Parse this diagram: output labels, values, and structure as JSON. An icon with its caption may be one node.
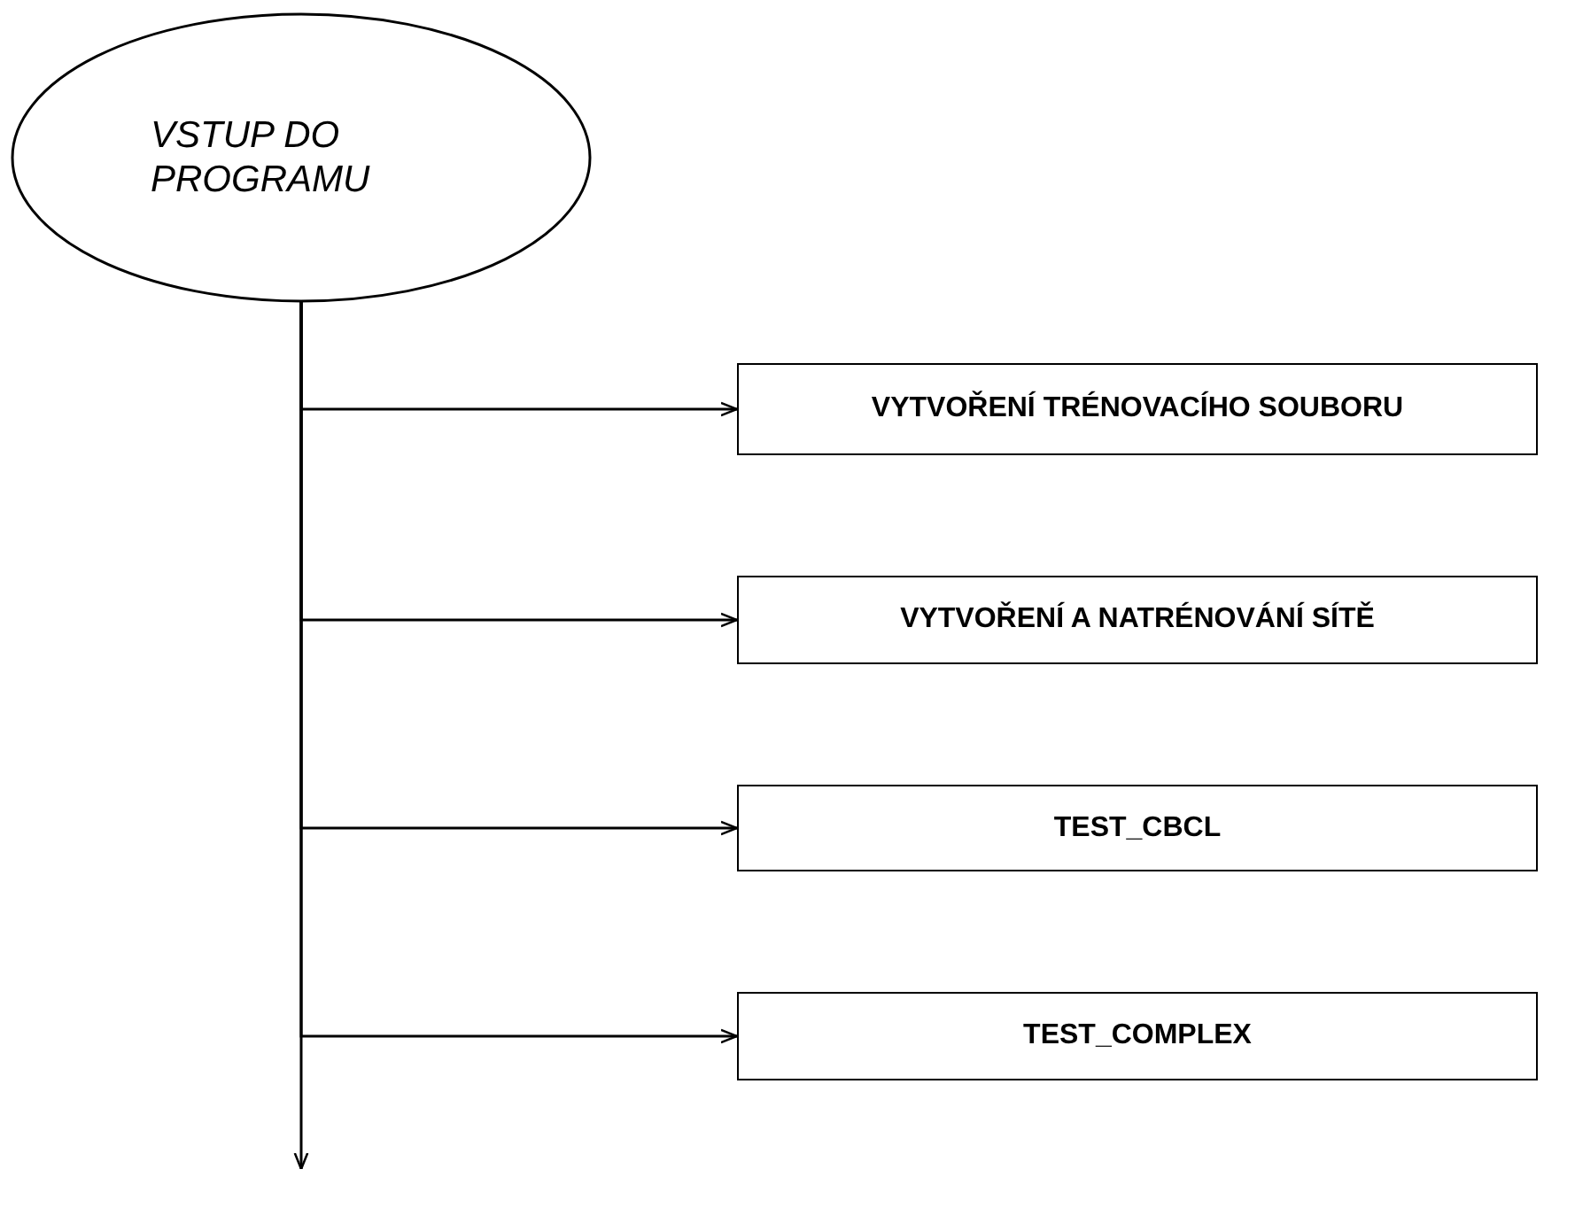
{
  "diagram": {
    "nodes": [
      {
        "text": [
          "VSTUP DO PROGRAMU"
        ]
      },
      {
        "text": [
          "VYTVOŘENÍ TRÉNOVACÍHO SOUBORU"
        ]
      },
      {
        "text": [
          "VYTVOŘENÍ A NATRÉNOVÁNÍ SÍTĚ"
        ]
      },
      {
        "text": [
          "TEST_CBCL"
        ]
      },
      {
        "text": [
          "TEST_COMPLEX"
        ]
      }
    ],
    "edges": [
      {
        "from": 0,
        "to": null,
        "arrow": "to"
      },
      {
        "from": 0,
        "to": 1,
        "arrow": "to"
      },
      {
        "from": 0,
        "to": 2,
        "arrow": "to"
      },
      {
        "from": 0,
        "to": 3,
        "arrow": "to"
      },
      {
        "from": 0,
        "to": 4,
        "arrow": "to"
      }
    ]
  }
}
